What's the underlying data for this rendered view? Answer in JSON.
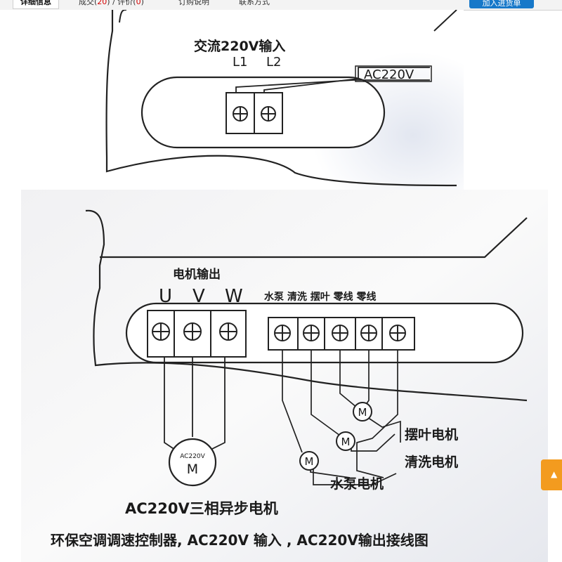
{
  "tabs": {
    "t1": "详细信息",
    "t2_pre": "成交(",
    "t2_num1": "20",
    "t2_mid": ") / 评价(",
    "t2_num2": "0",
    "t2_post": ")",
    "t3": "订购说明",
    "t4": "联系方式",
    "cart": "加入进货单"
  },
  "input_diagram": {
    "title": "交流220V输入",
    "l1": "L1",
    "l2": "L2",
    "ac_label": "AC220V"
  },
  "output_diagram": {
    "motor_output": "电机输出",
    "u": "U",
    "v": "V",
    "w": "W",
    "right_terminals": "水泵 清洗 摆叶 零线 零线",
    "motor_ac": "AC220V",
    "motor_m": "M",
    "small_m": "M",
    "swing_motor": "摆叶电机",
    "clean_motor": "清洗电机",
    "pump_motor": "水泵电机",
    "three_phase": "AC220V三相异步电机",
    "caption": "环保空调调速控制器, AC220V 输入 , AC220V输出接线图"
  },
  "colors": {
    "accent_orange": "#f39b1f",
    "accent_blue": "#1778c9",
    "red_count": "#d40000"
  },
  "icons": [
    "screw-terminal-icon",
    "motor-icon",
    "side-arrow-icon"
  ]
}
